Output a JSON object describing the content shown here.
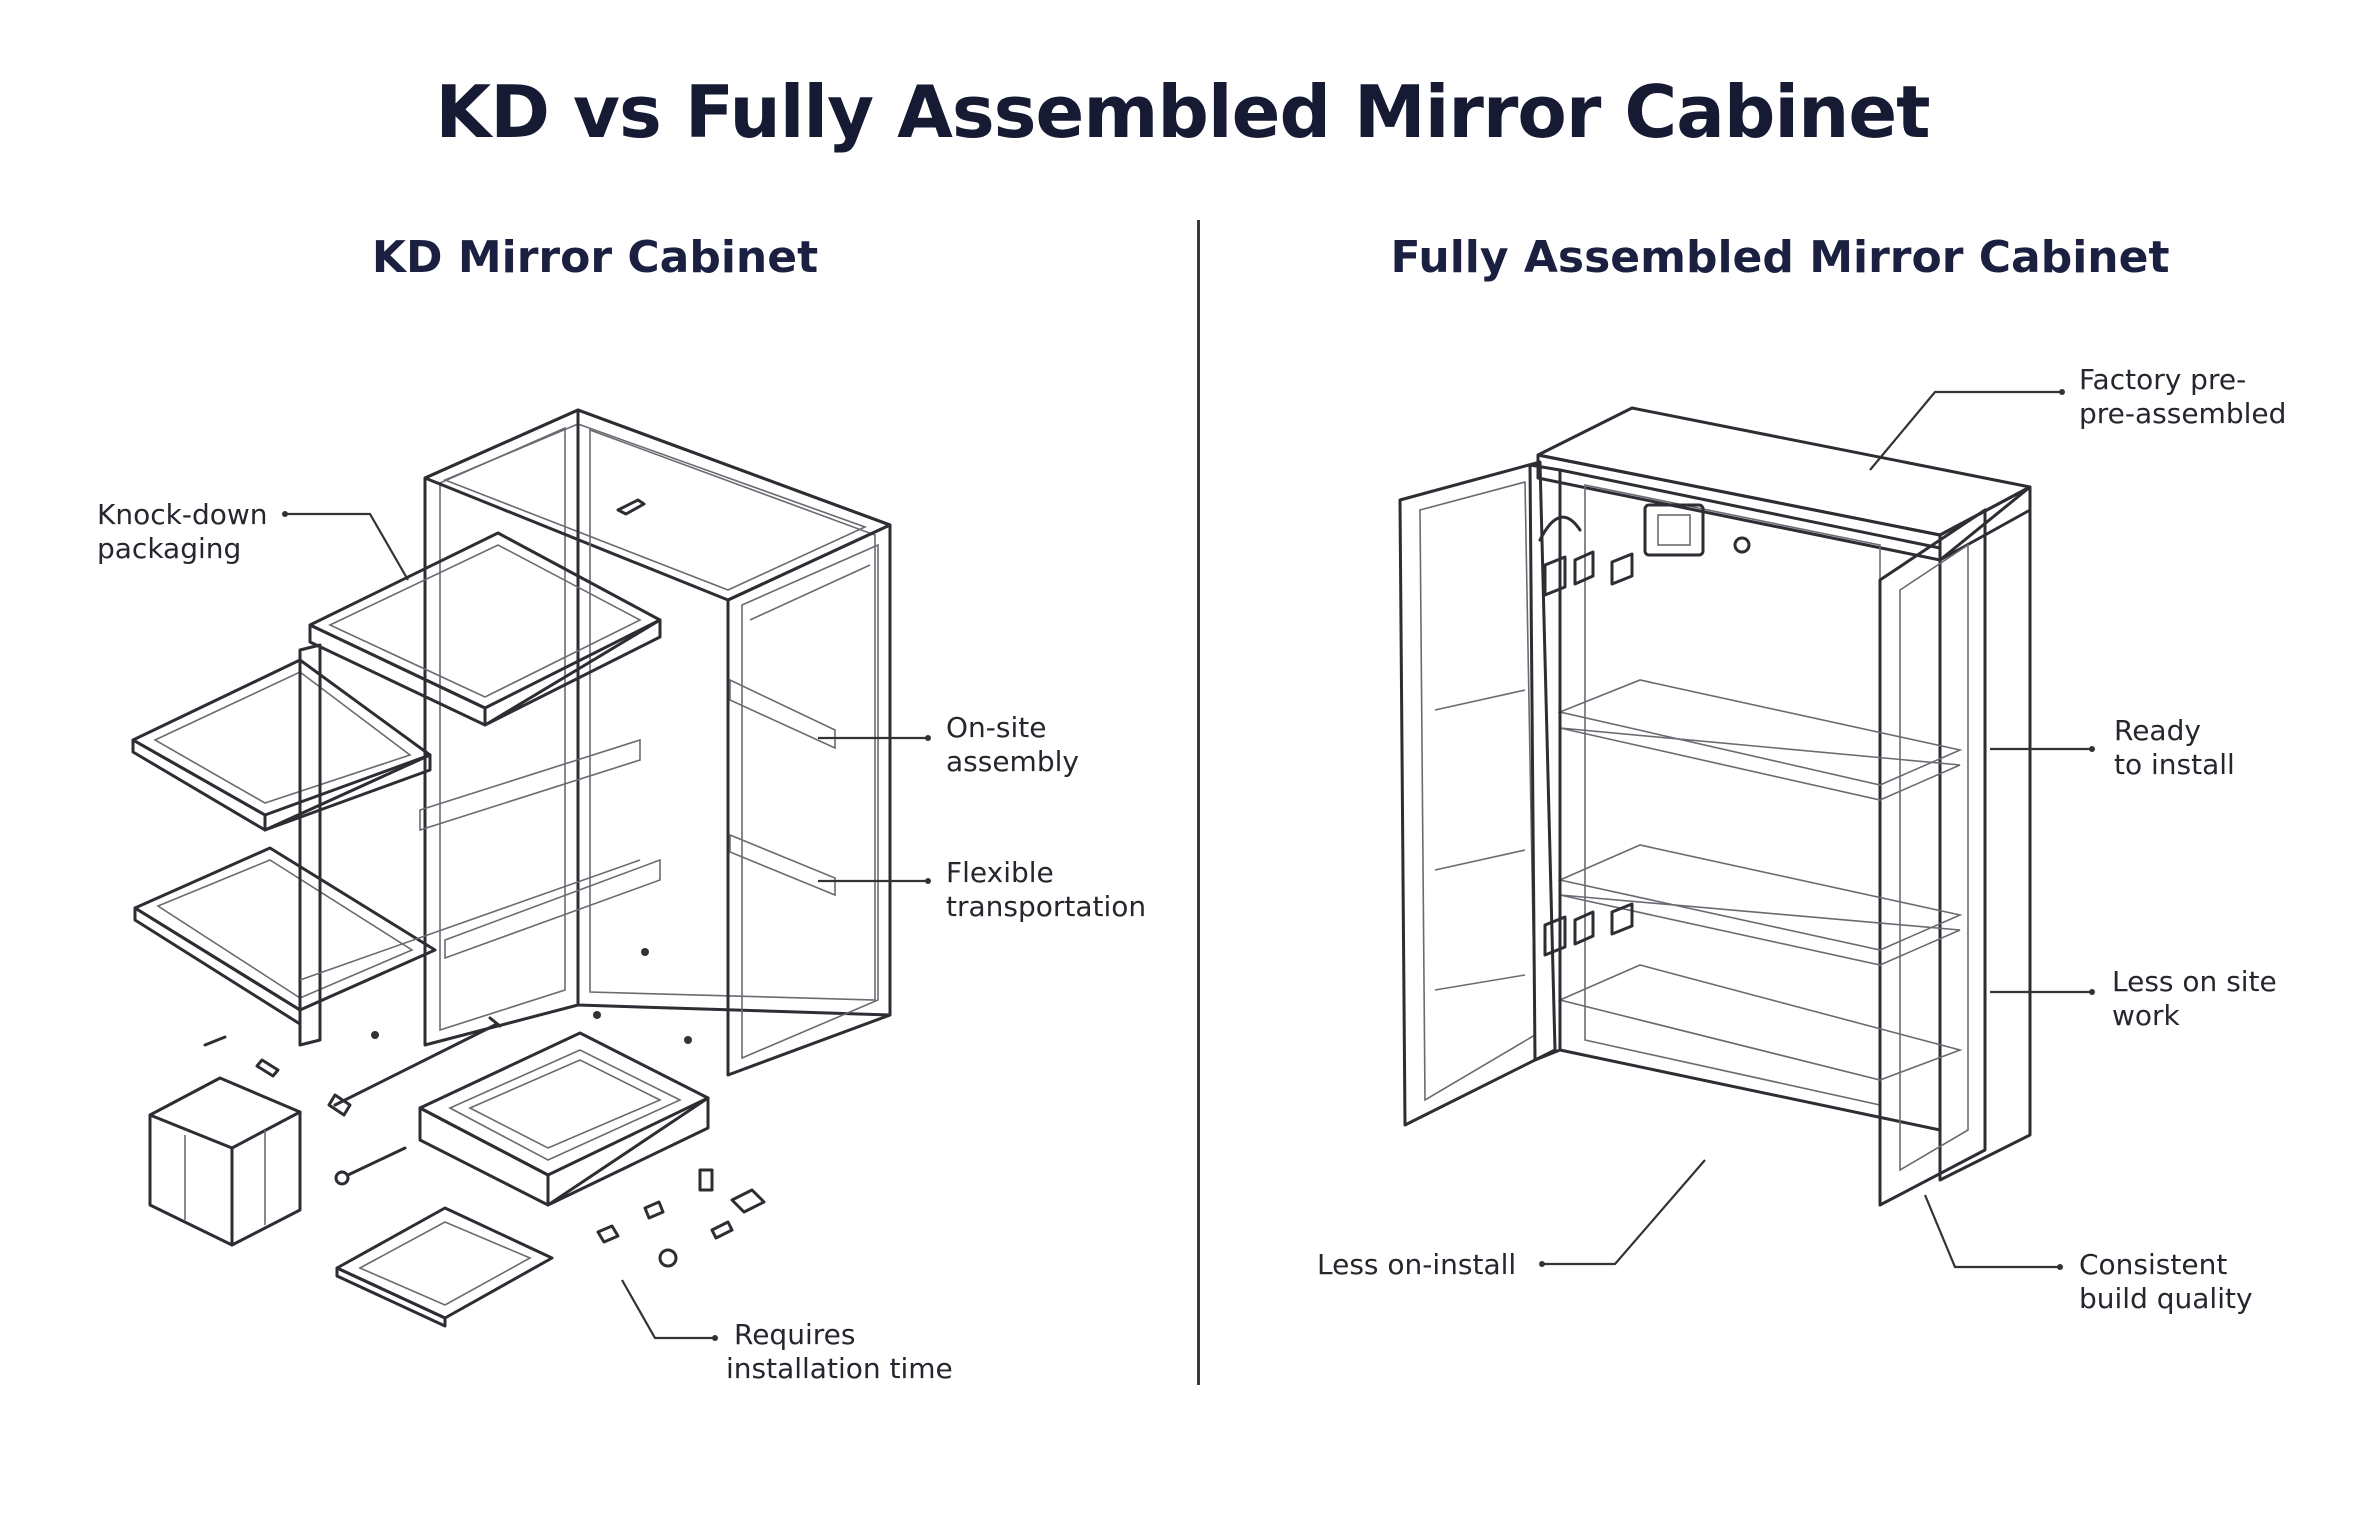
{
  "title": "KD vs Fully Assembled Mirror Cabinet",
  "left_panel": {
    "heading": "KD Mirror Cabinet",
    "callouts": {
      "knock_down": [
        "Knock-down",
        "packaging"
      ],
      "onsite": [
        "On-site",
        "assembly"
      ],
      "flexible": [
        "Flexible",
        "transportation"
      ],
      "requires": [
        "Requires",
        "installation time"
      ]
    }
  },
  "right_panel": {
    "heading": "Fully Assembled Mirror Cabinet",
    "callouts": {
      "factory": [
        "Factory pre-",
        "pre-assembled"
      ],
      "ready": [
        "Ready",
        "to install"
      ],
      "less_onsite": [
        "Less on site",
        "work"
      ],
      "less_install": [
        "Less on-install"
      ],
      "consistent": [
        "Consistent",
        "build quality"
      ]
    }
  }
}
